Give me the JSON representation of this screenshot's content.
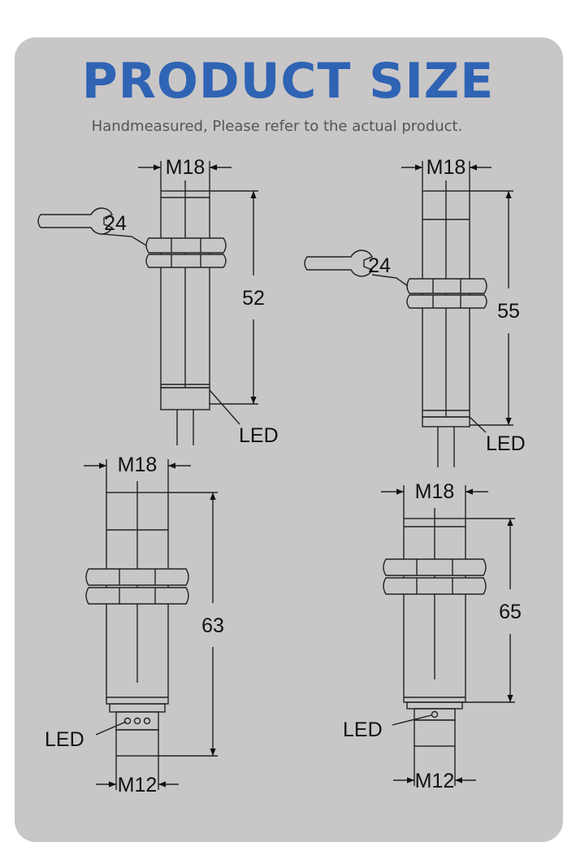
{
  "header": {
    "title": "PRODUCT SIZE",
    "subtitle": "Handmeasured, Please refer to the actual product."
  },
  "sensors": [
    {
      "thread": "M18",
      "wrench": "24",
      "length": "52",
      "led": "LED"
    },
    {
      "thread": "M18",
      "wrench": "24",
      "length": "55",
      "led": "LED"
    },
    {
      "thread": "M18",
      "length": "63",
      "led": "LED",
      "connector": "M12"
    },
    {
      "thread": "M18",
      "length": "65",
      "led": "LED",
      "connector": "M12"
    }
  ]
}
